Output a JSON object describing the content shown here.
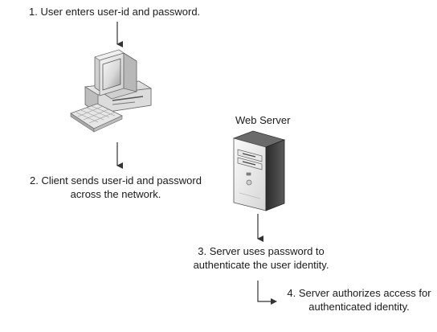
{
  "steps": {
    "step1": "1. User enters user-id and password.",
    "step2_line1": "2. Client sends user-id and password",
    "step2_line2": "across the network.",
    "web_server": "Web Server",
    "step3_line1": "3. Server uses password to",
    "step3_line2": "authenticate the user identity.",
    "step4_line1": "4. Server authorizes access for",
    "step4_line2": "authenticated identity."
  },
  "icons": {
    "client": "desktop-computer-icon",
    "server": "tower-server-icon"
  },
  "colors": {
    "arrow": "#333333",
    "text": "#1a1a1a"
  }
}
